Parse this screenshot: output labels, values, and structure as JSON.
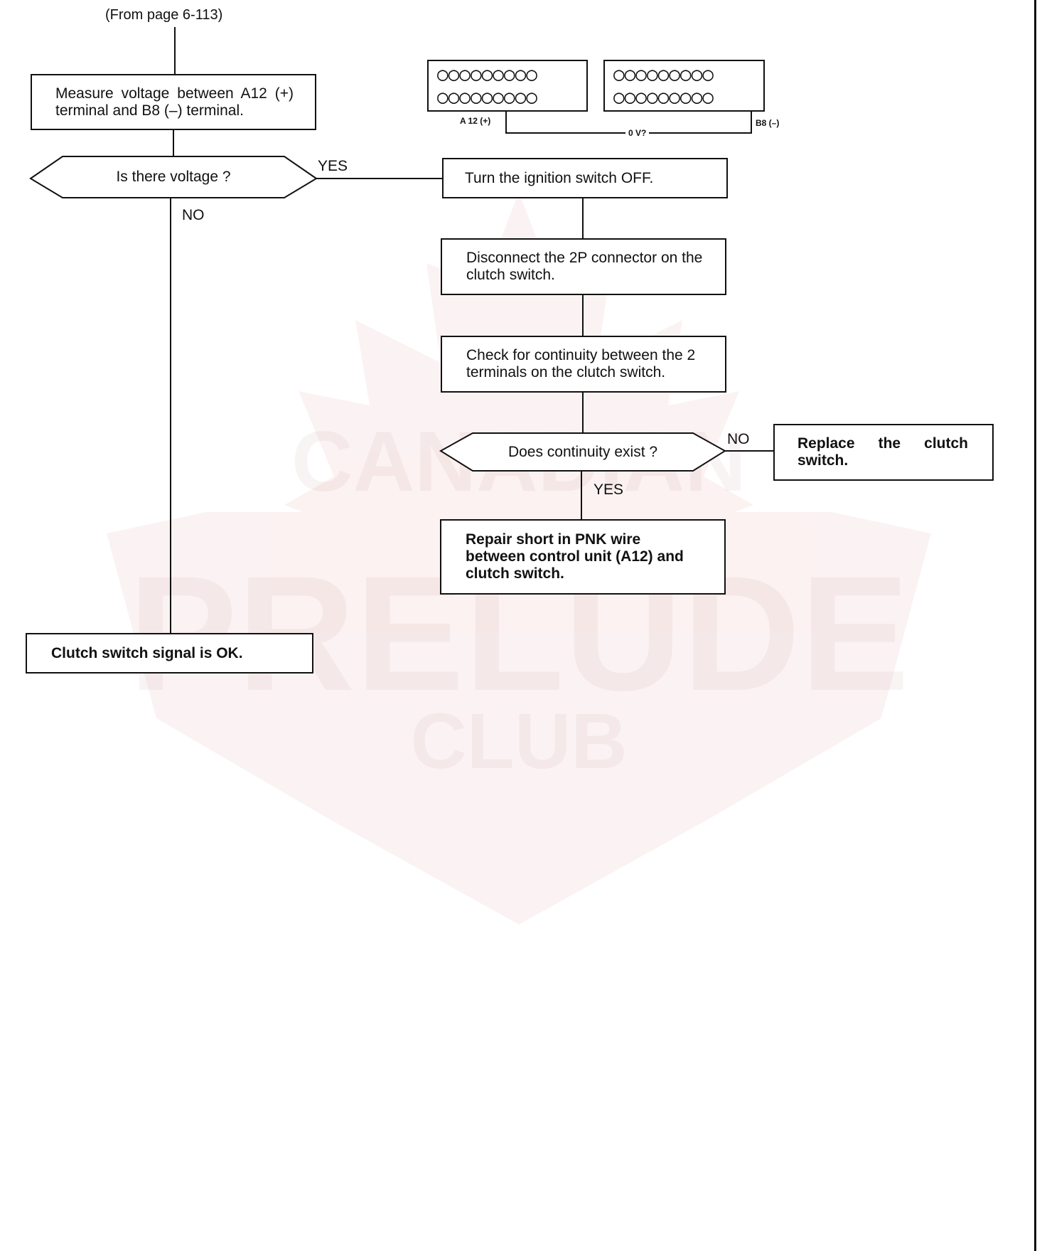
{
  "from_page": "(From page 6-113)",
  "steps": {
    "measure": "Measure voltage between A12 (+) terminal and B8 (–) terminal.",
    "turn_off": "Turn the ignition switch OFF.",
    "disconnect": "Disconnect the 2P connector on the clutch switch.",
    "check_continuity": "Check for continuity between the 2 terminals on the clutch switch.",
    "replace": "Replace the clutch switch.",
    "repair": "Repair short in PNK wire between control unit (A12) and clutch switch.",
    "ok": "Clutch switch signal is OK."
  },
  "decisions": {
    "voltage": "Is there voltage ?",
    "continuity": "Does continuity exist ?"
  },
  "branch_labels": {
    "yes_1": "YES",
    "no_1": "NO",
    "no_2": "NO",
    "yes_2": "YES"
  },
  "connector": {
    "row_left_top": "○○○○○○○○○",
    "row_left_bottom": "○○○○○○○○○",
    "row_right_top": "○○○○○○○○○",
    "row_right_bottom": "○○○○○○○○○",
    "label_a12": "A 12 (+)",
    "label_b8": "B8 (–)",
    "label_voltage": "0 V?"
  },
  "watermark": {
    "line1": "CANADIAN",
    "line2": "PRELUDE",
    "line3": "CLUB"
  }
}
